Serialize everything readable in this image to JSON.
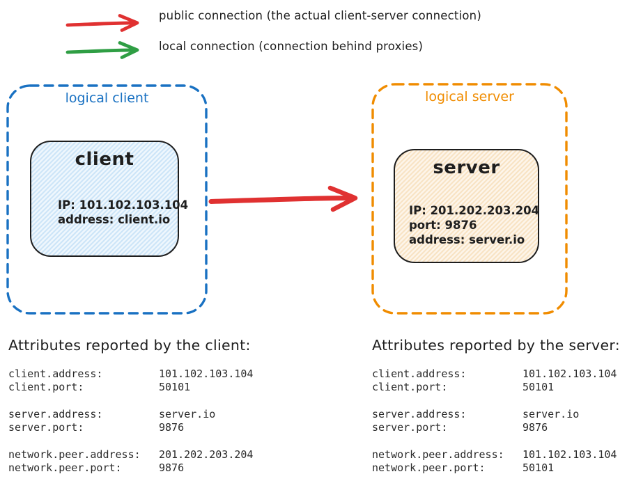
{
  "legend": {
    "items": [
      {
        "icon": "public-connection-arrow",
        "color": "#e03131",
        "label": "public connection (the actual client-server connection)"
      },
      {
        "icon": "local-connection-arrow",
        "color": "#2f9e44",
        "label": "local connection (connection behind proxies)"
      }
    ]
  },
  "diagram": {
    "logical_client": {
      "label": "logical client",
      "border_color": "#1971c2",
      "node": {
        "title": "client",
        "fill": "#e3f1fb",
        "lines": [
          "IP: 101.102.103.104",
          "address: client.io"
        ]
      }
    },
    "logical_server": {
      "label": "logical server",
      "border_color": "#f08c00",
      "node": {
        "title": "server",
        "fill": "#faeedd",
        "lines": [
          "IP: 201.202.203.204",
          "port: 9876",
          "address: server.io"
        ]
      }
    },
    "connection": {
      "type": "public",
      "color": "#e03131",
      "from": "client",
      "to": "server"
    }
  },
  "attributes": {
    "client": {
      "title": "Attributes reported by the client:",
      "groups": [
        [
          {
            "key": "client.address:",
            "value": "101.102.103.104"
          },
          {
            "key": "client.port:",
            "value": "50101"
          }
        ],
        [
          {
            "key": "server.address:",
            "value": "server.io"
          },
          {
            "key": "server.port:",
            "value": "9876"
          }
        ],
        [
          {
            "key": "network.peer.address:",
            "value": "201.202.203.204"
          },
          {
            "key": "network.peer.port:",
            "value": "9876"
          }
        ]
      ]
    },
    "server": {
      "title": "Attributes reported by the server:",
      "groups": [
        [
          {
            "key": "client.address:",
            "value": "101.102.103.104"
          },
          {
            "key": "client.port:",
            "value": "50101"
          }
        ],
        [
          {
            "key": "server.address:",
            "value": "server.io"
          },
          {
            "key": "server.port:",
            "value": "9876"
          }
        ],
        [
          {
            "key": "network.peer.address:",
            "value": "101.102.103.104"
          },
          {
            "key": "network.peer.port:",
            "value": "50101"
          }
        ]
      ]
    }
  }
}
